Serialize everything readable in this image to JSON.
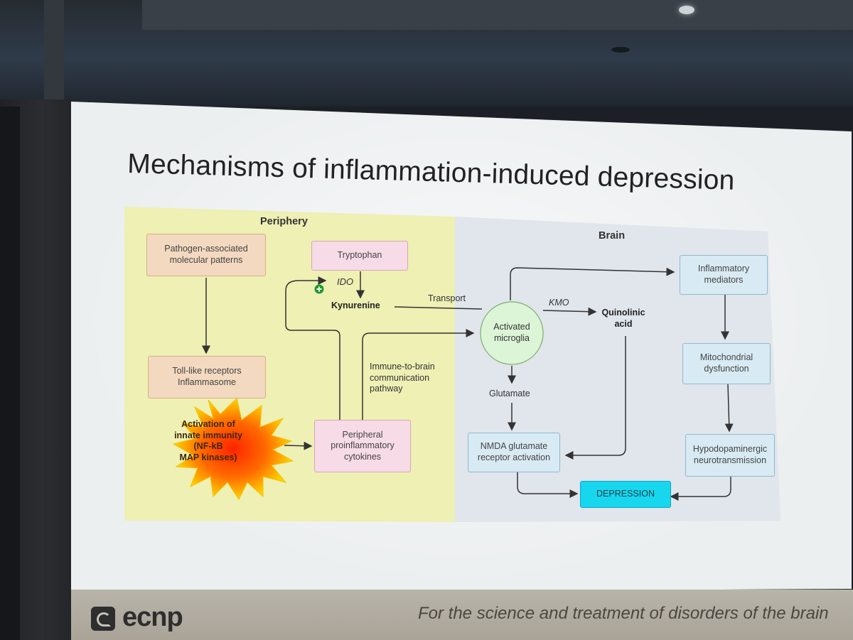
{
  "slide": {
    "title": "Mechanisms of inflammation-induced depression"
  },
  "diagram": {
    "periphery_label": "Periphery",
    "brain_label": "Brain",
    "nodes": {
      "pamps": "Pathogen-associated molecular patterns",
      "tlr": "Toll-like receptors Inflammasome",
      "innate_line1": "Activation of",
      "innate_line2": "innate immunity",
      "innate_line3": "(NF-kB",
      "innate_line4": "MAP kinases)",
      "tryptophan": "Tryptophan",
      "ido": "IDO",
      "kynurenine": "Kynurenine",
      "cytokines": "Peripheral proinflammatory cytokines",
      "microglia": "Activated microglia",
      "quinolinic": "Quinolinic acid",
      "glutamate": "Glutamate",
      "nmda": "NMDA glutamate receptor activation",
      "depression": "DEPRESSION",
      "inflam_mediators": "Inflammatory mediators",
      "mito": "Mitochondrial dysfunction",
      "hypodopa": "Hypodopaminergic neurotransmission"
    },
    "edge_labels": {
      "transport": "Transport",
      "kmo": "KMO",
      "pathway_line1": "Immune-to-brain",
      "pathway_line2": "communication",
      "pathway_line3": "pathway"
    }
  },
  "footer": {
    "logo": "ecnp",
    "tagline": "For the science and treatment of disorders of the brain"
  },
  "colors": {
    "periphery_bg": "#eef0b4",
    "brain_bg": "#e1e5ec",
    "depression_box": "#17d7ef",
    "burst_outer": "#ffd400",
    "burst_inner": "#ff3a00"
  }
}
